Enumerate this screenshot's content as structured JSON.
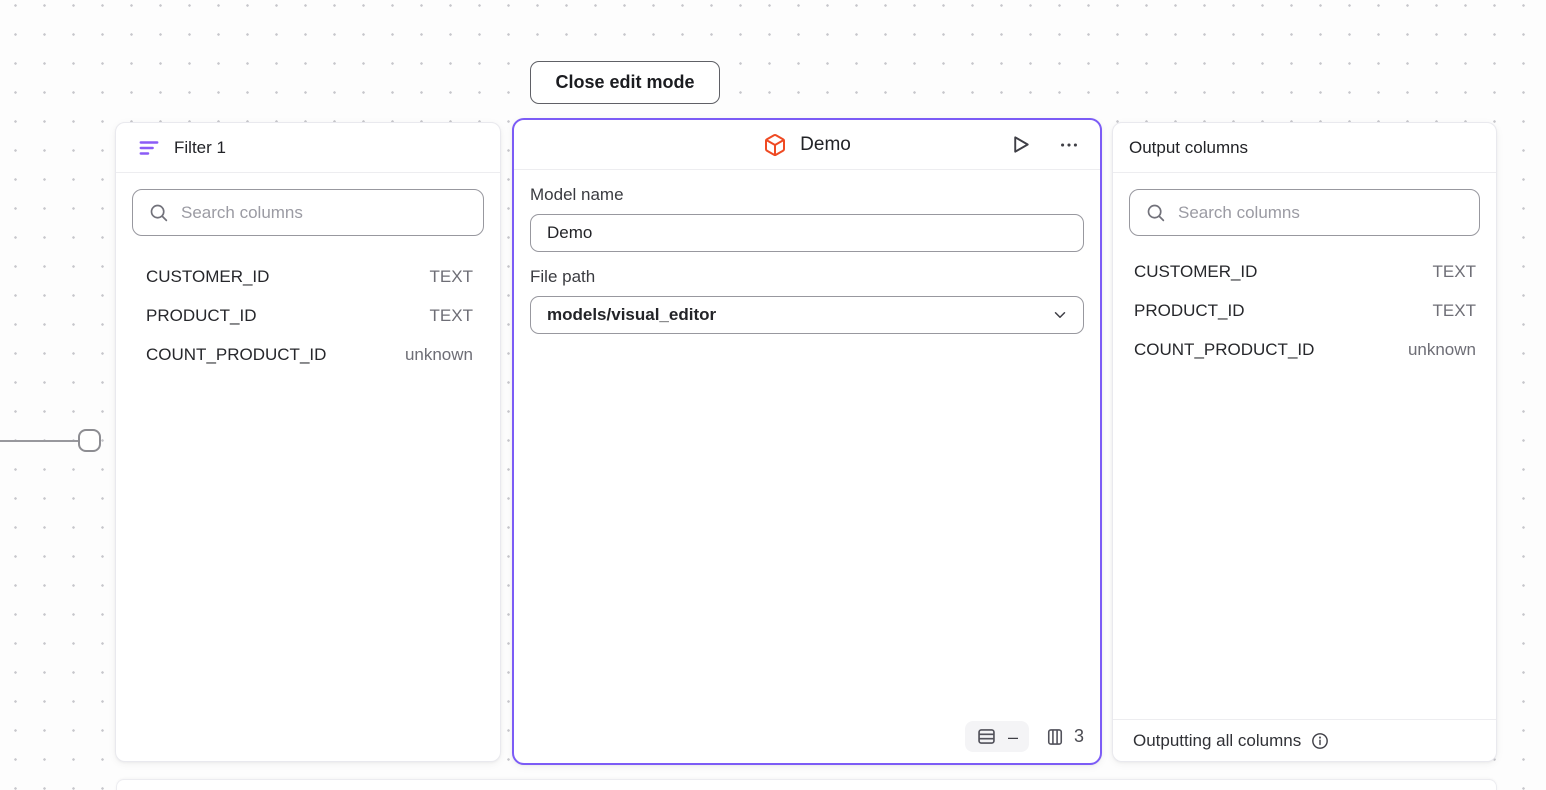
{
  "toolbar": {
    "close_button_label": "Close edit mode"
  },
  "colors": {
    "accent_purple": "#7c5cf6",
    "filter_icon_purple": "#8b5cf6",
    "model_icon_orange": "#ef4a23",
    "text_dark": "#232428",
    "text_gray": "#6e6e76"
  },
  "icons": {
    "filter": "filter-lines-icon",
    "model": "cube-icon",
    "run": "play-icon",
    "menu": "ellipsis-icon",
    "search": "search-icon",
    "dropdown": "chevron-down-icon",
    "rows_stat": "table-rows-icon",
    "columns_stat": "table-columns-icon",
    "info": "info-icon"
  },
  "filter_panel": {
    "title": "Filter 1",
    "search_placeholder": "Search columns",
    "columns": [
      {
        "name": "CUSTOMER_ID",
        "type": "TEXT"
      },
      {
        "name": "PRODUCT_ID",
        "type": "TEXT"
      },
      {
        "name": "COUNT_PRODUCT_ID",
        "type": "unknown"
      }
    ]
  },
  "model_panel": {
    "title": "Demo",
    "model_name_label": "Model name",
    "model_name_value": "Demo",
    "file_path_label": "File path",
    "file_path_value": "models/visual_editor",
    "footer": {
      "row_count_display": "–",
      "column_count": "3"
    }
  },
  "output_panel": {
    "title": "Output columns",
    "search_placeholder": "Search columns",
    "columns": [
      {
        "name": "CUSTOMER_ID",
        "type": "TEXT"
      },
      {
        "name": "PRODUCT_ID",
        "type": "TEXT"
      },
      {
        "name": "COUNT_PRODUCT_ID",
        "type": "unknown"
      }
    ],
    "footer_text": "Outputting all columns"
  }
}
